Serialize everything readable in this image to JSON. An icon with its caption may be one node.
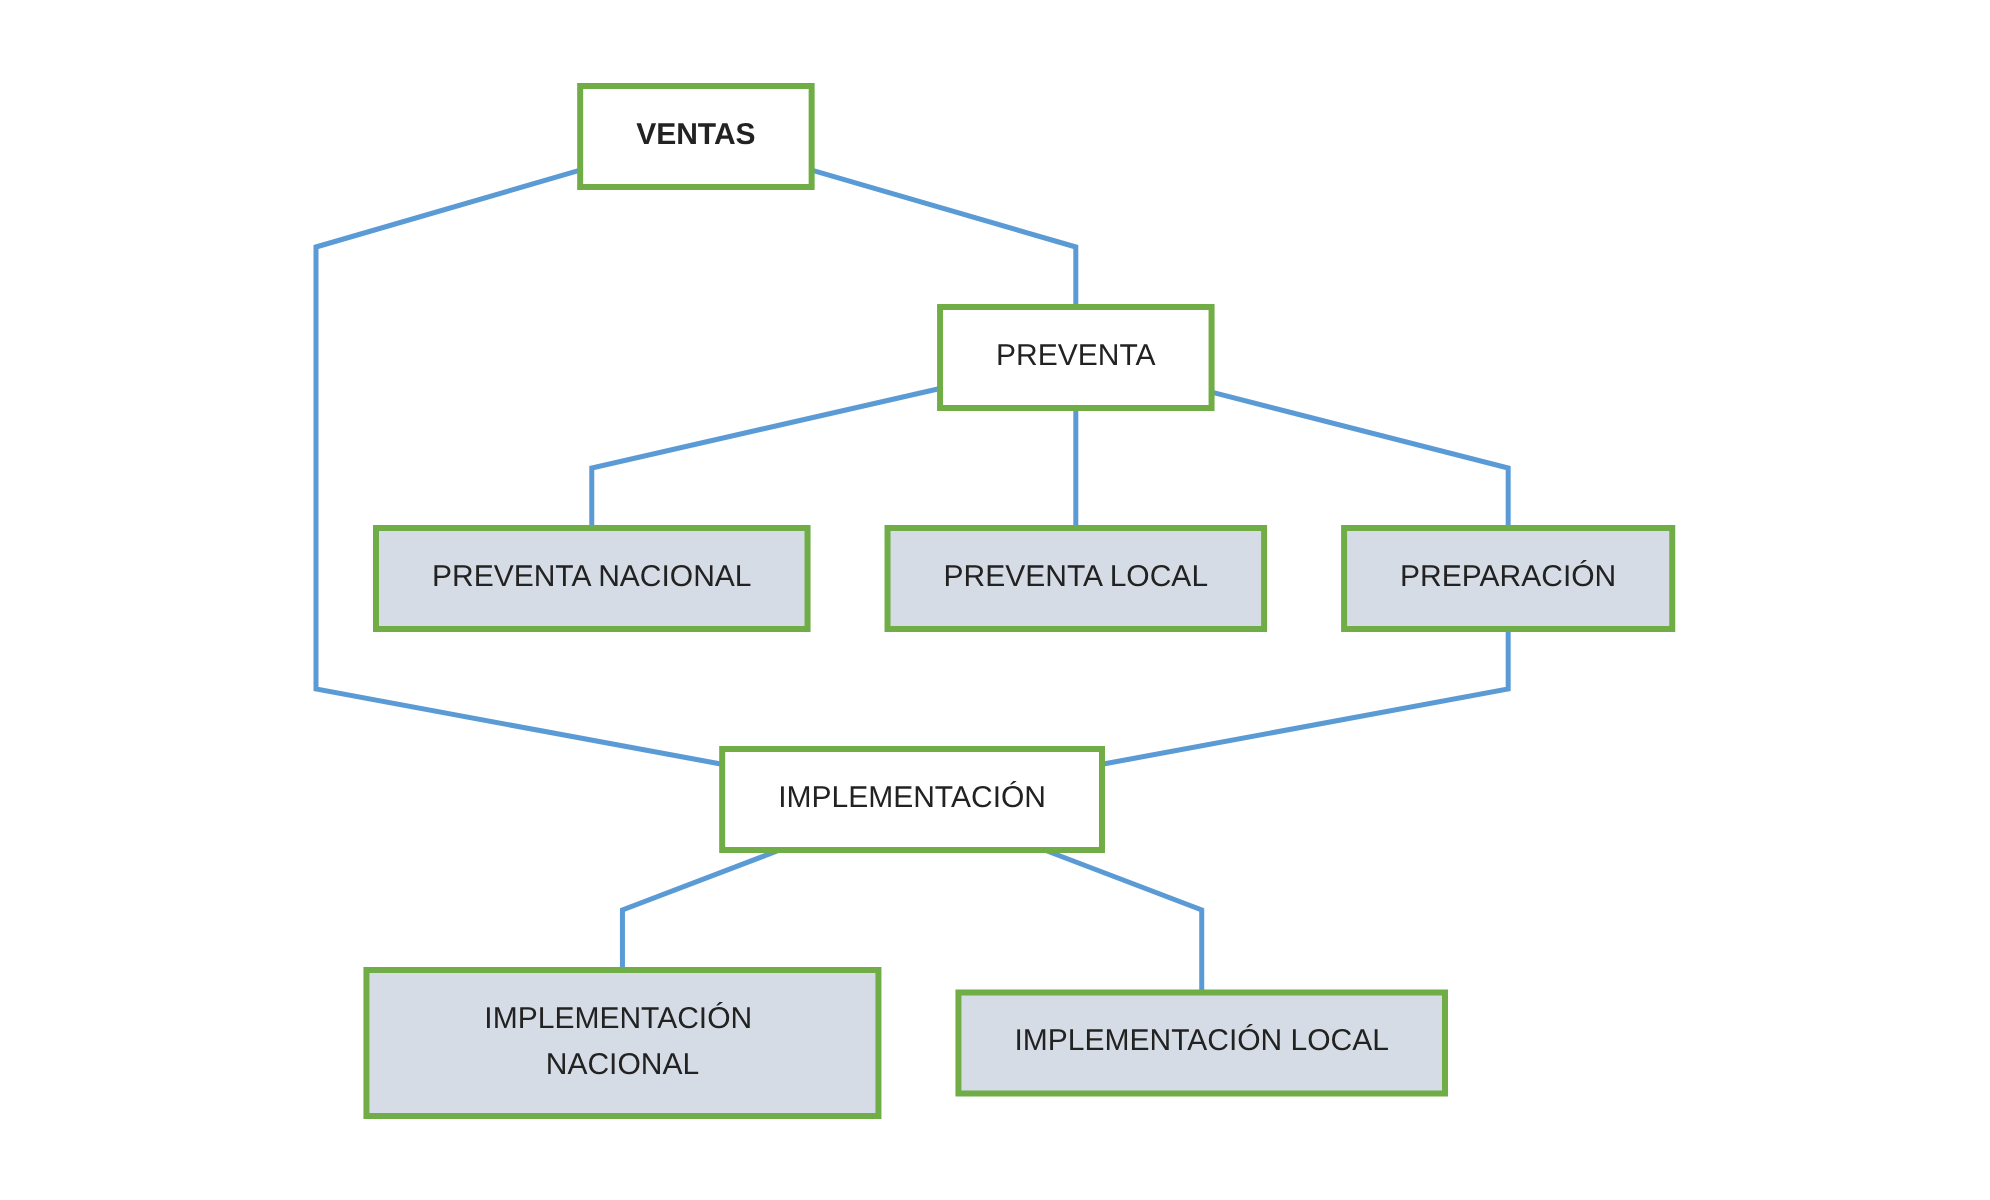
{
  "diagram": {
    "nodes": [
      {
        "text": [
          "VENTAS"
        ]
      },
      {
        "text": [
          "PREVENTA"
        ]
      },
      {
        "text": [
          "PREPARACIÓN"
        ]
      },
      {
        "text": [
          "IMPLEMENTACIÓN"
        ]
      },
      {
        "text": [
          "PREVENTA NACIONAL"
        ]
      },
      {
        "text": [
          "PREVENTA LOCAL"
        ]
      },
      {
        "text": [
          "IMPLEMENTACIÓN NACIONAL"
        ]
      },
      {
        "text": [
          "IMPLEMENTACIÓN LOCAL"
        ]
      }
    ],
    "edges": [
      {
        "from": 0,
        "to": 1,
        "arrow": "none"
      },
      {
        "from": 0,
        "to": 3,
        "arrow": "none"
      },
      {
        "from": 1,
        "to": 2,
        "arrow": "none"
      },
      {
        "from": 2,
        "to": 3,
        "arrow": "none"
      },
      {
        "from": 1,
        "to": 4,
        "arrow": "none"
      },
      {
        "from": 1,
        "to": 5,
        "arrow": "none"
      },
      {
        "from": 3,
        "to": 6,
        "arrow": "none"
      },
      {
        "from": 3,
        "to": 7,
        "arrow": "none"
      }
    ]
  }
}
